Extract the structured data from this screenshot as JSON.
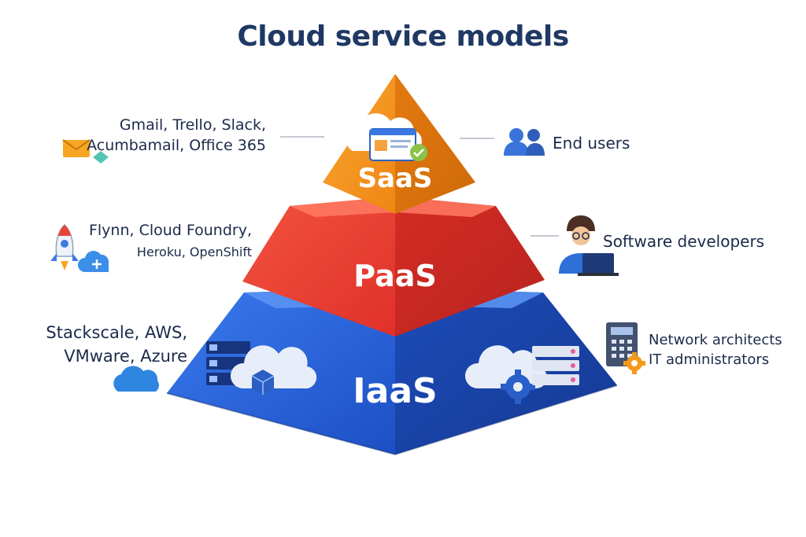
{
  "title": "Cloud service models",
  "tiers": {
    "saas": {
      "name": "SaaS",
      "examples_line1": "Gmail, Trello, Slack,",
      "examples_line2": "Acumbamail, Office 365",
      "audience": "End users",
      "color": "#f08a1c"
    },
    "paas": {
      "name": "PaaS",
      "examples_line1": "Flynn, Cloud Foundry,",
      "examples_line2": "Heroku, OpenShift",
      "audience": "Software developers",
      "color": "#e8392c"
    },
    "iaas": {
      "name": "IaaS",
      "examples_line1": "Stackscale, AWS,",
      "examples_line2": "VMware, Azure",
      "audience_line1": "Network architects",
      "audience_line2": "IT administrators",
      "color": "#1f5fd6"
    }
  }
}
